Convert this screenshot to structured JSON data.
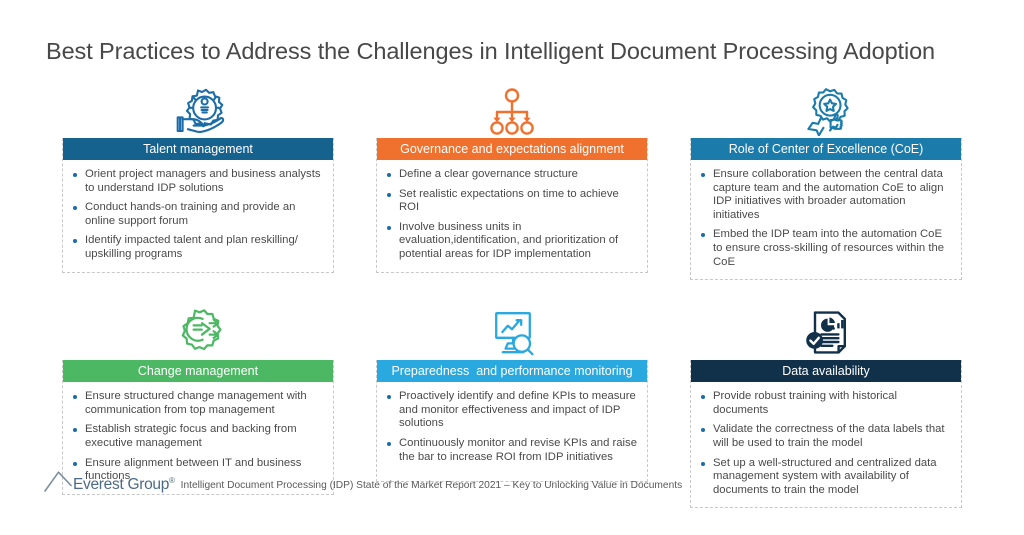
{
  "title": "Best Practices to Address the Challenges in Intelligent Document Processing Adoption",
  "colors": {
    "title_text": "#484848",
    "bullet": "#1b6ca8",
    "card_border": "#c8c8c8",
    "talent_blue": "#15628f",
    "governance_orange": "#f0712d",
    "coe_blue": "#1b7bab",
    "change_green": "#4cb863",
    "preparedness_blue": "#2aa8e0",
    "data_navy": "#11314b",
    "logo_blue": "#4c6b84"
  },
  "cards": [
    {
      "id": "talent-management",
      "icon": "gear-person-hand-icon",
      "icon_color": "#1b6ca8",
      "header": "Talent management",
      "header_color": "#15628f",
      "bullets": [
        "Orient project managers and business analysts to understand IDP solutions",
        "Conduct hands-on training and provide an online support forum",
        "Identify impacted talent and plan reskilling/ upskilling programs"
      ]
    },
    {
      "id": "governance-and-expectations-alignment",
      "icon": "org-chart-hierarchy-icon",
      "icon_color": "#f0712d",
      "header": "Governance and expectations alignment",
      "header_color": "#f0712d",
      "bullets": [
        "Define a clear governance structure",
        "Set realistic expectations on time to achieve ROI",
        "Involve business units in evaluation,identification, and prioritization of potential areas for IDP implementation"
      ]
    },
    {
      "id": "role-of-center-of-excellence",
      "icon": "award-badge-thumbsup-icon",
      "icon_color": "#1b7bab",
      "header": "Role of Center of Excellence (CoE)",
      "header_color": "#1b7bab",
      "bullets": [
        "Ensure collaboration between the central data capture team and the automation CoE to align IDP initiatives with broader automation initiatives",
        "Embed the IDP team into the automation CoE to ensure cross-skilling of resources within the CoE"
      ]
    },
    {
      "id": "change-management",
      "icon": "gear-exchange-arrows-icon",
      "icon_color": "#4cb863",
      "header": "Change management",
      "header_color": "#4cb863",
      "bullets": [
        "Ensure structured change management with communication from top management",
        "Establish strategic focus and backing from executive management",
        "Ensure alignment between IT and business functions"
      ]
    },
    {
      "id": "preparedness-and-performance-monitoring",
      "icon": "monitor-chart-magnifier-icon",
      "icon_color": "#2aa8e0",
      "header": "Preparedness  and performance monitoring",
      "header_color": "#2aa8e0",
      "bullets": [
        "Proactively identify and define KPIs to measure and monitor effectiveness and impact of IDP solutions",
        "Continuously monitor and revise KPIs and raise the bar to increase ROI from IDP initiatives"
      ]
    },
    {
      "id": "data-availability",
      "icon": "document-charts-check-icon",
      "icon_color": "#11314b",
      "header": "Data availability",
      "header_color": "#11314b",
      "bullets": [
        "Provide robust training with historical documents",
        "Validate the correctness of the data labels that will be used to train the model",
        "Set up a well-structured and centralized data management system with availability of documents to train the model"
      ]
    }
  ],
  "footer": {
    "logo_name": "Everest Group",
    "logo_registered": "®",
    "note": "Intelligent Document Processing (IDP) State of the Market Report 2021 – Key to Unlocking Value in Documents"
  }
}
